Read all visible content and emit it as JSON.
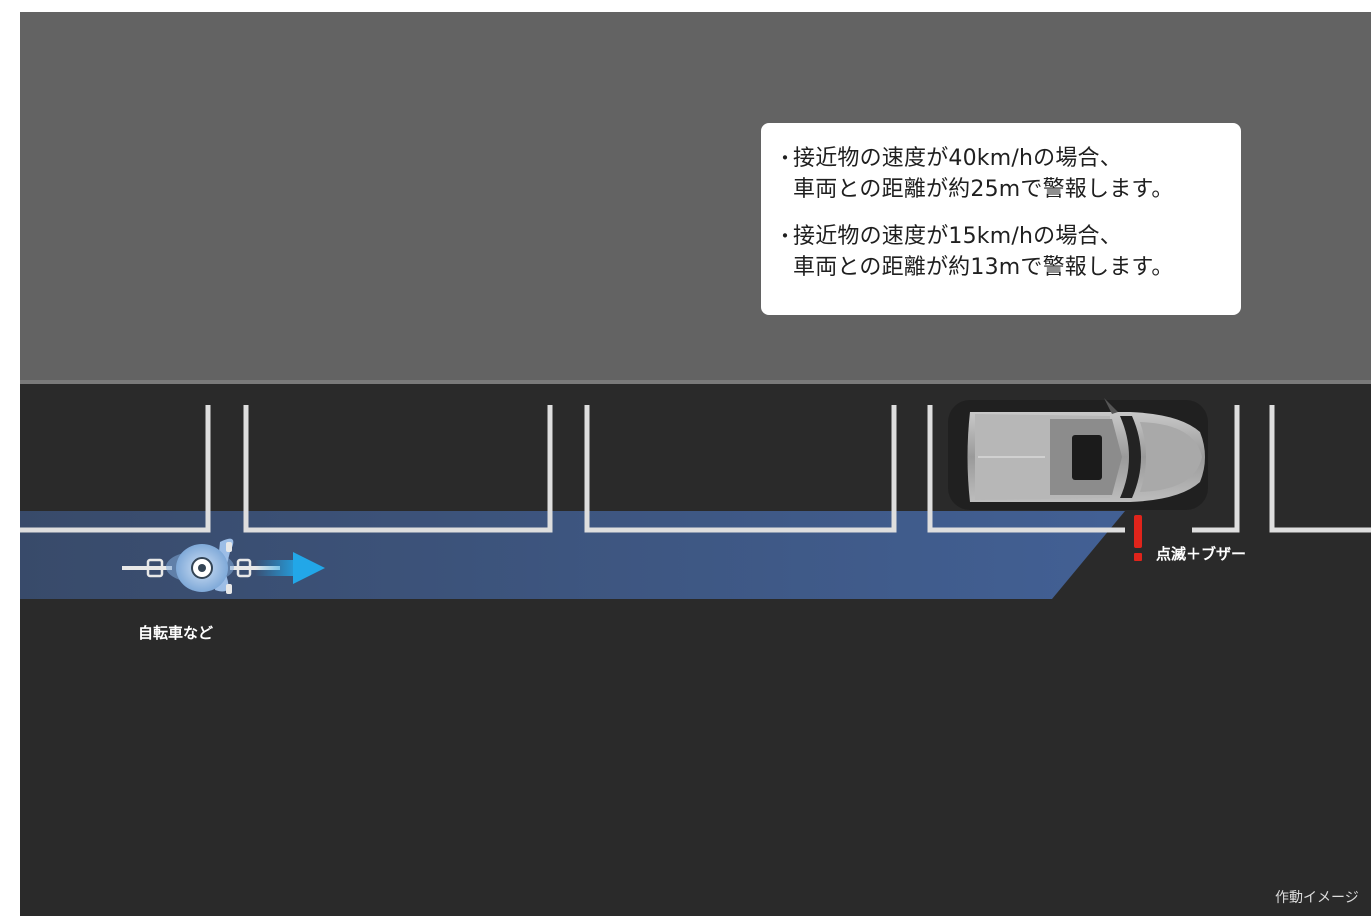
{
  "info_box": {
    "bullet_symbol": "・",
    "items": [
      {
        "lines": [
          "接近物の速度が40km/hの場合、",
          "車両との距離が約25mで警報します。"
        ]
      },
      {
        "lines": [
          "接近物の速度が15km/hの場合、",
          "車両との距離が約13mで警報します。"
        ]
      }
    ]
  },
  "labels": {
    "bicycle": "自転車など",
    "alert": "点滅＋ブザー",
    "caption": "作動イメージ"
  },
  "colors": {
    "sidewalk": "#636363",
    "road": "#2a2a2a",
    "parking_lines": "#dedede",
    "detection_zone": "#4a72b8",
    "direction_arrow": "#22a7e8",
    "alert_mark": "#e0241b",
    "vehicle": "#d8d8d8"
  },
  "icons": {
    "vehicle": "suv-top-view-icon",
    "bicycle": "bicycle-rider-top-view-icon",
    "arrow": "arrow-right-icon",
    "alert": "exclamation-icon"
  }
}
